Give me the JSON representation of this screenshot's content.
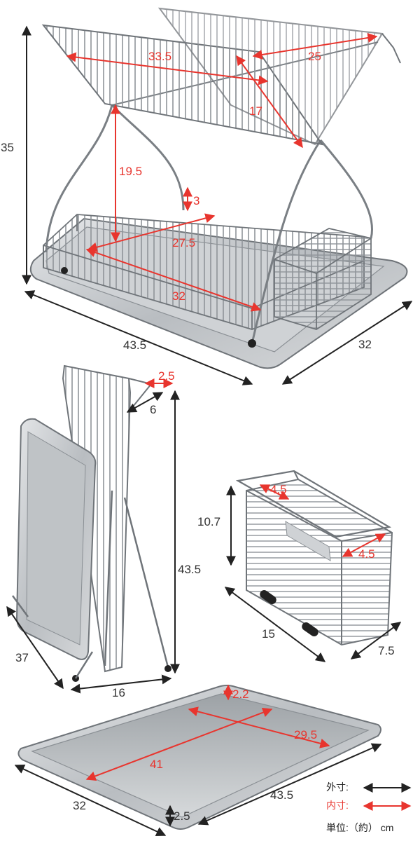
{
  "colors": {
    "outer_arrow": "#222222",
    "inner_arrow": "#e8352e",
    "steel": "#b8bcc0",
    "steel_dark": "#7c8186"
  },
  "rack": {
    "height": "35",
    "depth": "32",
    "width": "43.5",
    "upper_width_inner": "33.5",
    "upper_depth_inner": "25",
    "upper_slant": "17",
    "gap_height": "19.5",
    "basket_wall": "3",
    "lower_inner_depth": "27.5",
    "lower_inner_width": "32"
  },
  "folded": {
    "top_depth": "2.5",
    "hook": "6",
    "height": "43.5",
    "depth": "37",
    "width": "16"
  },
  "cutlery": {
    "height": "10.7",
    "cell_a": "4.5",
    "cell_b": "4.5",
    "length": "15",
    "width": "7.5"
  },
  "tray": {
    "inner_height": "2.2",
    "inner_depth": "29.5",
    "inner_width": "41",
    "depth": "32",
    "width": "43.5",
    "height": "2.5"
  },
  "legend": {
    "outer_label": "外寸:",
    "inner_label": "内寸:",
    "unit": "単位:（約） cm"
  }
}
